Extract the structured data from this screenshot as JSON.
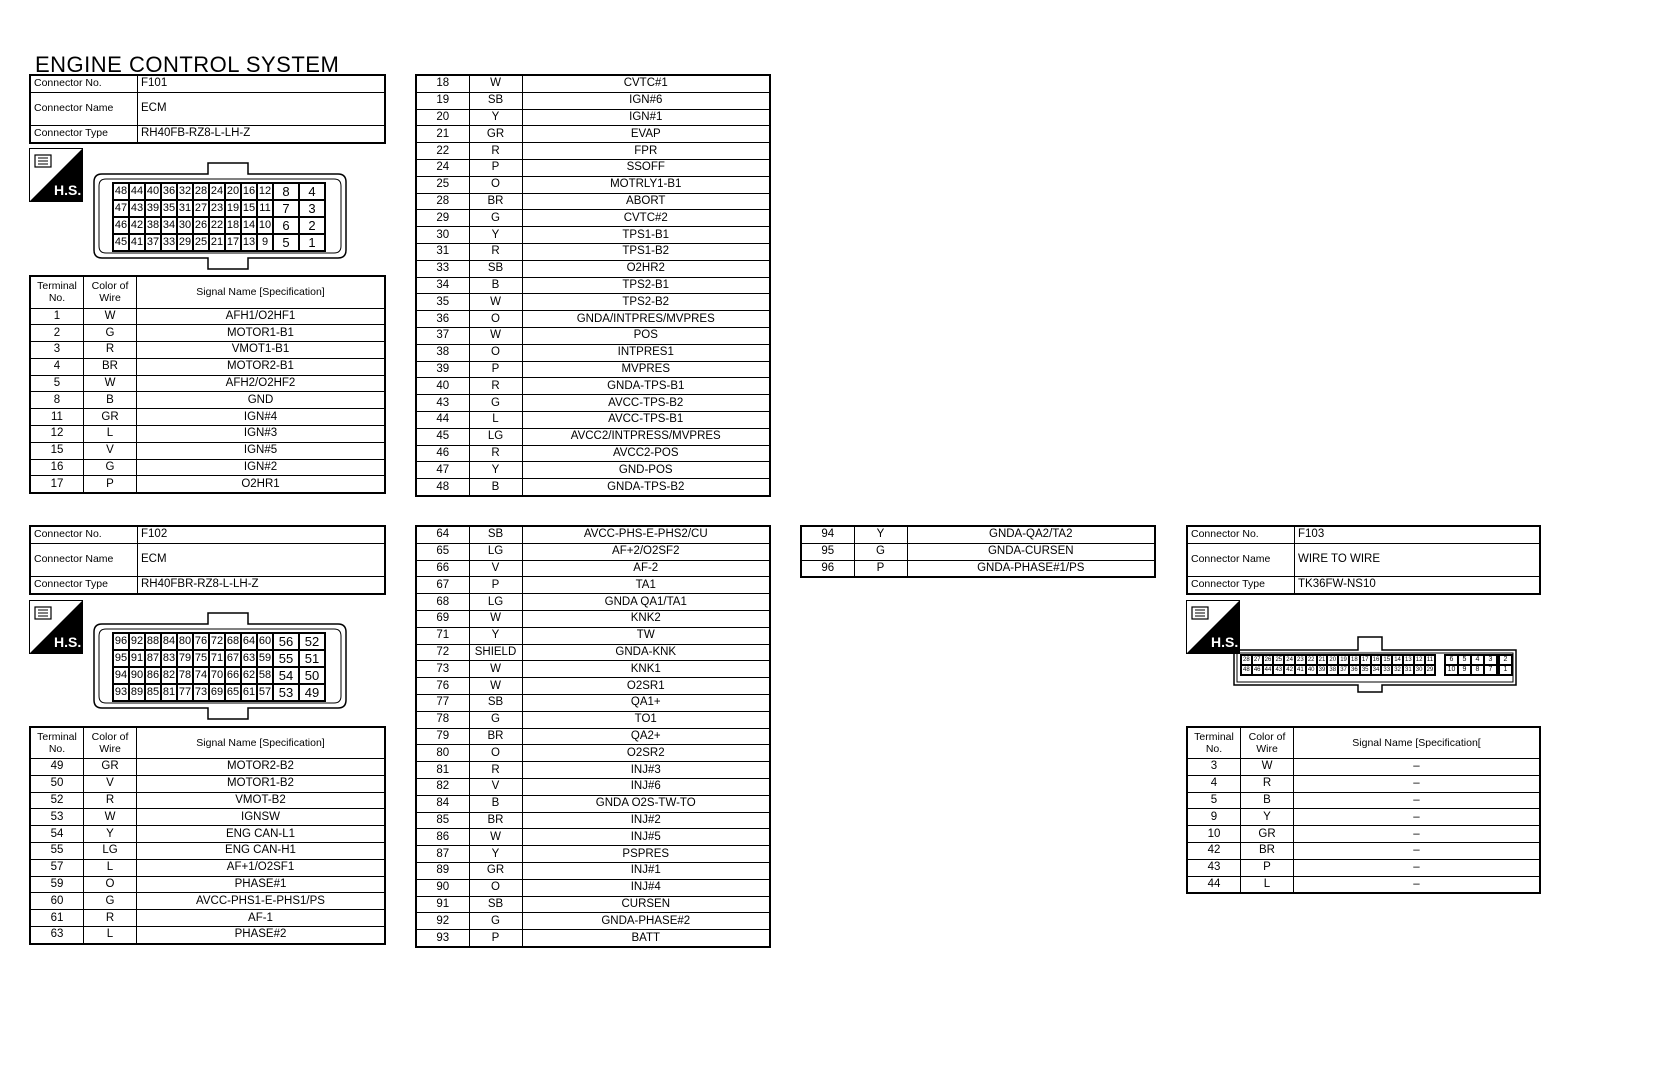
{
  "page_title": "ENGINE CONTROL SYSTEM",
  "hs_label": "H.S.",
  "header_labels": {
    "connector_no": "Connector No.",
    "connector_name": "Connector Name",
    "connector_type": "Connector Type"
  },
  "column_headers": {
    "terminal_no": "Terminal No.",
    "color_of_wire": "Color of Wire",
    "signal_name": "Signal Name [Specification]",
    "signal_name_f103": "Signal Name [Specification["
  },
  "f101": {
    "connector_no": "F101",
    "connector_name": "ECM",
    "connector_type": "RH40FB-RZ8-L-LH-Z",
    "pin_grid": [
      [
        "48",
        "44",
        "40",
        "36",
        "32",
        "28",
        "24",
        "20",
        "16",
        "12",
        "8",
        "4"
      ],
      [
        "47",
        "43",
        "39",
        "35",
        "31",
        "27",
        "23",
        "19",
        "15",
        "11",
        "7",
        "3"
      ],
      [
        "46",
        "42",
        "38",
        "34",
        "30",
        "26",
        "22",
        "18",
        "14",
        "10",
        "6",
        "2"
      ],
      [
        "45",
        "41",
        "37",
        "33",
        "29",
        "25",
        "21",
        "17",
        "13",
        "9",
        "5",
        "1"
      ]
    ],
    "rows_left": [
      [
        "1",
        "W",
        "AFH1/O2HF1"
      ],
      [
        "2",
        "G",
        "MOTOR1-B1"
      ],
      [
        "3",
        "R",
        "VMOT1-B1"
      ],
      [
        "4",
        "BR",
        "MOTOR2-B1"
      ],
      [
        "5",
        "W",
        "AFH2/O2HF2"
      ],
      [
        "8",
        "B",
        "GND"
      ],
      [
        "11",
        "GR",
        "IGN#4"
      ],
      [
        "12",
        "L",
        "IGN#3"
      ],
      [
        "15",
        "V",
        "IGN#5"
      ],
      [
        "16",
        "G",
        "IGN#2"
      ],
      [
        "17",
        "P",
        "O2HR1"
      ]
    ],
    "rows_right": [
      [
        "18",
        "W",
        "CVTC#1"
      ],
      [
        "19",
        "SB",
        "IGN#6"
      ],
      [
        "20",
        "Y",
        "IGN#1"
      ],
      [
        "21",
        "GR",
        "EVAP"
      ],
      [
        "22",
        "R",
        "FPR"
      ],
      [
        "24",
        "P",
        "SSOFF"
      ],
      [
        "25",
        "O",
        "MOTRLY1-B1"
      ],
      [
        "28",
        "BR",
        "ABORT"
      ],
      [
        "29",
        "G",
        "CVTC#2"
      ],
      [
        "30",
        "Y",
        "TPS1-B1"
      ],
      [
        "31",
        "R",
        "TPS1-B2"
      ],
      [
        "33",
        "SB",
        "O2HR2"
      ],
      [
        "34",
        "B",
        "TPS2-B1"
      ],
      [
        "35",
        "W",
        "TPS2-B2"
      ],
      [
        "36",
        "O",
        "GNDA/INTPRES/MVPRES"
      ],
      [
        "37",
        "W",
        "POS"
      ],
      [
        "38",
        "O",
        "INTPRES1"
      ],
      [
        "39",
        "P",
        "MVPRES"
      ],
      [
        "40",
        "R",
        "GNDA-TPS-B1"
      ],
      [
        "43",
        "G",
        "AVCC-TPS-B2"
      ],
      [
        "44",
        "L",
        "AVCC-TPS-B1"
      ],
      [
        "45",
        "LG",
        "AVCC2/INTPRESS/MVPRES"
      ],
      [
        "46",
        "R",
        "AVCC2-POS"
      ],
      [
        "47",
        "Y",
        "GND-POS"
      ],
      [
        "48",
        "B",
        "GNDA-TPS-B2"
      ]
    ]
  },
  "f102": {
    "connector_no": "F102",
    "connector_name": "ECM",
    "connector_type": "RH40FBR-RZ8-L-LH-Z",
    "pin_grid": [
      [
        "96",
        "92",
        "88",
        "84",
        "80",
        "76",
        "72",
        "68",
        "64",
        "60",
        "56",
        "52"
      ],
      [
        "95",
        "91",
        "87",
        "83",
        "79",
        "75",
        "71",
        "67",
        "63",
        "59",
        "55",
        "51"
      ],
      [
        "94",
        "90",
        "86",
        "82",
        "78",
        "74",
        "70",
        "66",
        "62",
        "58",
        "54",
        "50"
      ],
      [
        "93",
        "89",
        "85",
        "81",
        "77",
        "73",
        "69",
        "65",
        "61",
        "57",
        "53",
        "49"
      ]
    ],
    "rows_left": [
      [
        "49",
        "GR",
        "MOTOR2-B2"
      ],
      [
        "50",
        "V",
        "MOTOR1-B2"
      ],
      [
        "52",
        "R",
        "VMOT-B2"
      ],
      [
        "53",
        "W",
        "IGNSW"
      ],
      [
        "54",
        "Y",
        "ENG CAN-L1"
      ],
      [
        "55",
        "LG",
        "ENG CAN-H1"
      ],
      [
        "57",
        "L",
        "AF+1/O2SF1"
      ],
      [
        "59",
        "O",
        "PHASE#1"
      ],
      [
        "60",
        "G",
        "AVCC-PHS1-E-PHS1/PS"
      ],
      [
        "61",
        "R",
        "AF-1"
      ],
      [
        "63",
        "L",
        "PHASE#2"
      ]
    ],
    "rows_right": [
      [
        "64",
        "SB",
        "AVCC-PHS-E-PHS2/CU"
      ],
      [
        "65",
        "LG",
        "AF+2/O2SF2"
      ],
      [
        "66",
        "V",
        "AF-2"
      ],
      [
        "67",
        "P",
        "TA1"
      ],
      [
        "68",
        "LG",
        "GNDA QA1/TA1"
      ],
      [
        "69",
        "W",
        "KNK2"
      ],
      [
        "71",
        "Y",
        "TW"
      ],
      [
        "72",
        "SHIELD",
        "GNDA-KNK"
      ],
      [
        "73",
        "W",
        "KNK1"
      ],
      [
        "76",
        "W",
        "O2SR1"
      ],
      [
        "77",
        "SB",
        "QA1+"
      ],
      [
        "78",
        "G",
        "TO1"
      ],
      [
        "79",
        "BR",
        "QA2+"
      ],
      [
        "80",
        "O",
        "O2SR2"
      ],
      [
        "81",
        "R",
        "INJ#3"
      ],
      [
        "82",
        "V",
        "INJ#6"
      ],
      [
        "84",
        "B",
        "GNDA O2S-TW-TO"
      ],
      [
        "85",
        "BR",
        "INJ#2"
      ],
      [
        "86",
        "W",
        "INJ#5"
      ],
      [
        "87",
        "Y",
        "PSPRES"
      ],
      [
        "89",
        "GR",
        "INJ#1"
      ],
      [
        "90",
        "O",
        "INJ#4"
      ],
      [
        "91",
        "SB",
        "CURSEN"
      ],
      [
        "92",
        "G",
        "GNDA-PHASE#2"
      ],
      [
        "93",
        "P",
        "BATT"
      ]
    ],
    "rows_extra": [
      [
        "94",
        "Y",
        "GNDA-QA2/TA2"
      ],
      [
        "95",
        "G",
        "GNDA-CURSEN"
      ],
      [
        "96",
        "P",
        "GNDA-PHASE#1/PS"
      ]
    ]
  },
  "f103": {
    "connector_no": "F103",
    "connector_name": "WIRE TO WIRE",
    "connector_type": "TK36FW-NS10",
    "pin_grid_top": [
      "28",
      "27",
      "26",
      "25",
      "24",
      "23",
      "22",
      "21",
      "20",
      "19",
      "18",
      "17",
      "16",
      "15",
      "14",
      "13",
      "12",
      "11",
      "6",
      "5",
      "4",
      "3",
      "2",
      "1"
    ],
    "pin_grid_bottom": [
      "48",
      "46",
      "44",
      "43",
      "42",
      "41",
      "40",
      "39",
      "38",
      "37",
      "36",
      "35",
      "34",
      "33",
      "32",
      "31",
      "30",
      "29",
      "10",
      "9",
      "8",
      "7"
    ],
    "rows": [
      [
        "3",
        "W",
        "–"
      ],
      [
        "4",
        "R",
        "–"
      ],
      [
        "5",
        "B",
        "–"
      ],
      [
        "9",
        "Y",
        "–"
      ],
      [
        "10",
        "GR",
        "–"
      ],
      [
        "42",
        "BR",
        "–"
      ],
      [
        "43",
        "P",
        "–"
      ],
      [
        "44",
        "L",
        "–"
      ]
    ]
  }
}
